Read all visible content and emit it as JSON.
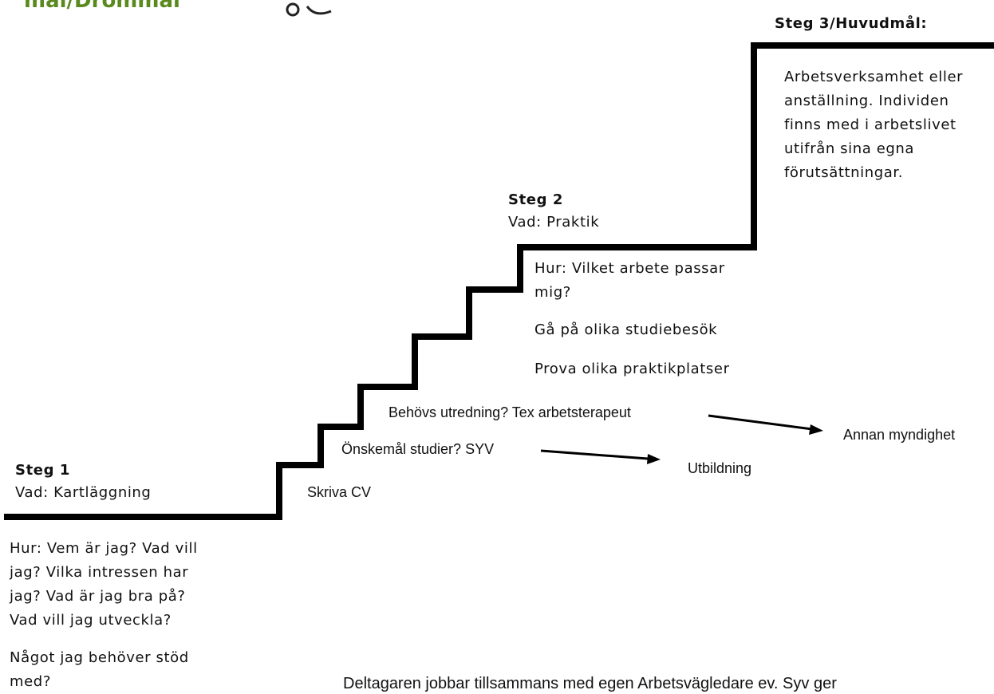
{
  "header": {
    "title_fragment": "mål/Drömmål"
  },
  "steg3": {
    "heading": "Steg 3/Huvudmål:",
    "lines": [
      "Arbetsverksamhet eller",
      "anställning. Individen",
      "finns med i arbetslivet",
      "utifrån sina egna",
      "förutsättningar."
    ]
  },
  "steg2": {
    "heading": "Steg 2",
    "vad": "Vad: Praktik",
    "hur_line1": "Hur: Vilket arbete passar",
    "hur_line2": "mig?",
    "item1": "Gå på olika studiebesök",
    "item2": "Prova olika praktikplatser"
  },
  "middle": {
    "utredning": "Behövs utredning? Tex arbetsterapeut",
    "annan": "Annan myndighet",
    "studier": "Önskemål studier? SYV",
    "utbildning": "Utbildning",
    "cv": "Skriva CV"
  },
  "steg1": {
    "heading": "Steg 1",
    "vad": "Vad: Kartläggning",
    "hur_lines": [
      "Hur: Vem är jag? Vad vill",
      "jag? Vilka intressen har",
      "jag? Vad är jag bra på?",
      "Vad vill jag utveckla?"
    ],
    "stod_lines": [
      "Något jag behöver stöd",
      "med?"
    ]
  },
  "footer": {
    "text": "Deltagaren jobbar tillsammans med egen Arbetsvägledare ev. Syv ger"
  }
}
